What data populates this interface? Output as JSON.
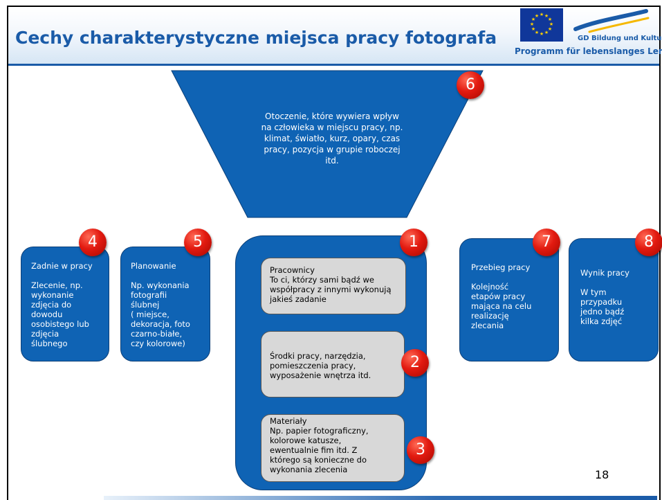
{
  "header": {
    "title": "Cechy charakterystyczne miejsca pracy fotografa",
    "logo_line1": "GD Bildung und Kultur",
    "logo_line2": "Programm für lebenslanges Lernen"
  },
  "funnel": {
    "badge": "6",
    "text": "Otoczenie, które wywiera wpływ\nna człowieka w miejscu pracy, np.\nklimat, światło, kurz, opary, czas\npracy, pozycja w grupie roboczej\nitd."
  },
  "boxes": [
    {
      "badge": "4",
      "text": "Zadnie w pracy\n\nZlecenie, np.\nwykonanie\nzdjęcia do\ndowodu\nosobistego lub\nzdjęcia\nślubnego"
    },
    {
      "badge": "5",
      "text": "Planowanie\n\nNp. wykonania\nfotografii\nślubnej\n( miejsce,\ndekoracja, foto\nczarno-białe,\nczy kolorowe)"
    },
    {
      "badge": "7",
      "text": "Przebieg pracy\n\nKolejność\netapów pracy\nmająca na celu\nrealizację\nzlecania"
    },
    {
      "badge": "8",
      "text": "Wynik pracy\n\nW tym\nprzypadku\njedno bądź\nkilka zdjęć"
    }
  ],
  "center": {
    "badge": "1",
    "items": [
      {
        "text": "Pracownicy\nTo ci, którzy sami bądź we\nwspółpracy z innymi wykonują\njakieś zadanie"
      },
      {
        "badge": "2",
        "text": "Środki pracy, narzędzia,\npomieszczenia pracy,\nwyposażenie wnętrza itd."
      },
      {
        "badge": "3",
        "text": "Materiały\nNp. papier  fotograficzny,\nkolorowe katusze,\newentualnie fim itd. Z\nktórego są konieczne do\nwykonania zlecenia"
      }
    ]
  },
  "page_number": "18",
  "colors": {
    "box": "#0f63b4",
    "title": "#1a5ba8",
    "badge": "#e21a10",
    "inner": "#d8d8d8"
  }
}
